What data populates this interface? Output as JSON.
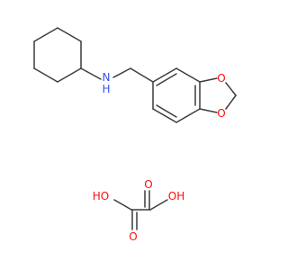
{
  "colors": {
    "bond": "#3c3c3c",
    "nitrogen": "#3050f8",
    "oxygen": "#ff0d0d",
    "background": "#ffffff"
  },
  "labels": {
    "amine_n": "N",
    "amine_h": "H",
    "dioxole_o_top": "O",
    "dioxole_o_bottom": "O",
    "oxalic_ho_left": "HO",
    "oxalic_oh_right": "OH",
    "oxalic_o_top": "O",
    "oxalic_o_bottom": "O"
  }
}
